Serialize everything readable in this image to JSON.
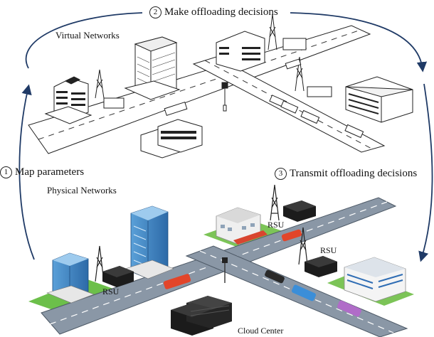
{
  "steps": {
    "make": {
      "number": "2",
      "text": "Make offloading decisions"
    },
    "map": {
      "number": "1",
      "text": "Map parameters"
    },
    "transmit": {
      "number": "3",
      "text": "Transmit offloading decisions"
    }
  },
  "layers": {
    "virtual": "Virtual Networks",
    "physical": "Physical Networks"
  },
  "nodes": {
    "rsu_upper": "RSU",
    "rsu_right": "RSU",
    "rsu_left": "RSU",
    "cloud": "Cloud Center"
  }
}
